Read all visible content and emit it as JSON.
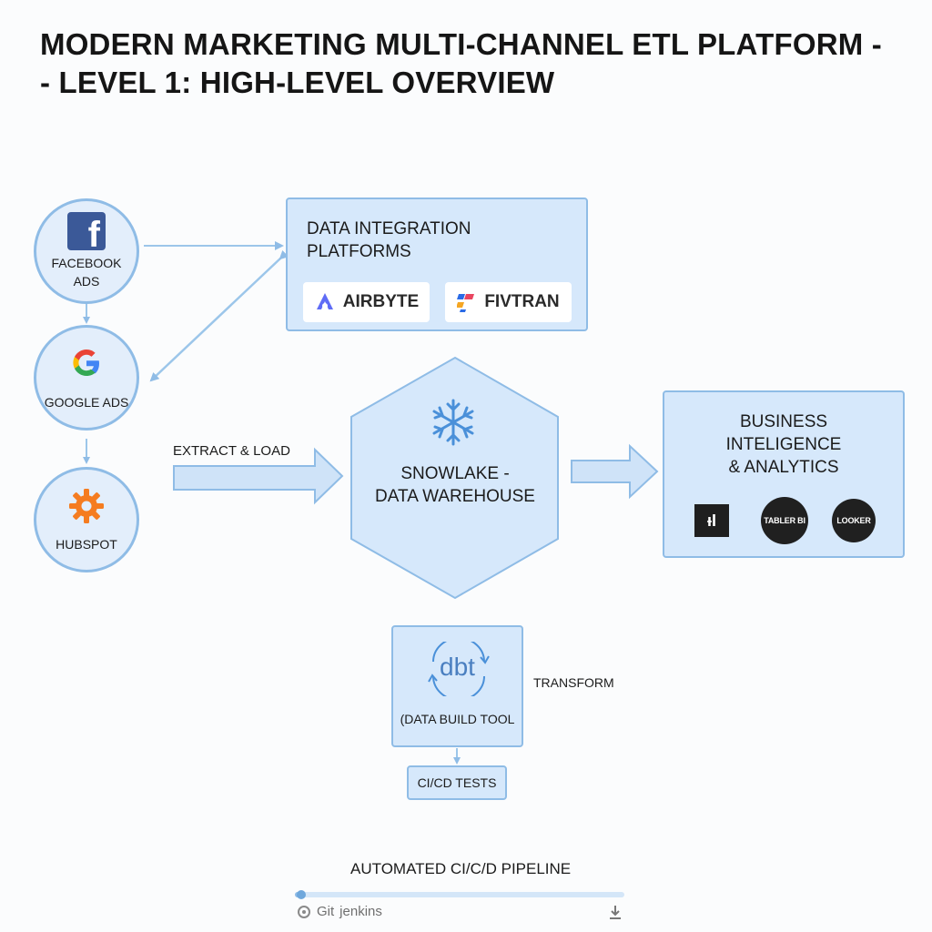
{
  "title": {
    "line1": "MODERN MARKETING MULTI-CHANNEL ETL PLATFORM -",
    "line2": "- LEVEL 1: HIGH-LEVEL OVERVIEW"
  },
  "sources": [
    {
      "label_line1": "FACEBOOK",
      "label_line2": "ADS",
      "icon": "facebook-logo",
      "icon_text": "f",
      "color": "#3b5998"
    },
    {
      "label_line1": "GOOGLE ADS",
      "label_line2": "",
      "icon": "google-logo",
      "icon_text": "G"
    },
    {
      "label_line1": "HUBSPOT",
      "label_line2": "",
      "icon": "hubspot-gear-logo",
      "color": "#f57c20"
    }
  ],
  "integration": {
    "title_line1": "DATA INTEGRATION",
    "title_line2": "PLATFORMS",
    "tools": [
      {
        "name": "AIRBYTE",
        "icon": "airbyte-logo",
        "color": "#5f6cf6"
      },
      {
        "name": "FIVTRAN",
        "icon": "fivetran-logo",
        "color": "#2b6be6"
      }
    ]
  },
  "extract_load_label": "EXTRACT & LOAD",
  "warehouse": {
    "line1": "SNOWLAKE -",
    "line2": "DATA WAREHOUSE",
    "icon": "snowflake-icon",
    "icon_color": "#4a90d9"
  },
  "bi": {
    "line1": "BUSINESS",
    "line2": "INTELIGENCE",
    "line3": "& ANALYTICS",
    "tools": [
      {
        "name": "",
        "icon": "power-bi-logo",
        "glyph": "ᵻI"
      },
      {
        "name": "TABLER BI",
        "icon": "tableau-logo"
      },
      {
        "name": "LOOKER",
        "icon": "looker-logo"
      }
    ]
  },
  "dbt": {
    "logo_text": "dbt",
    "label": "(DATA BUILD TOOL",
    "transform_label": "TRANSFORM",
    "tests_label": "CI/CD TESTS"
  },
  "pipeline": {
    "title": "AUTOMATED CI/C/D PIPELINE",
    "progress": 0.02,
    "git_label": "Git",
    "jenkins_label": "jenkins"
  },
  "colors": {
    "box_fill": "#d6e8fb",
    "box_border": "#8fbce6",
    "arrow": "#8fbce6"
  }
}
